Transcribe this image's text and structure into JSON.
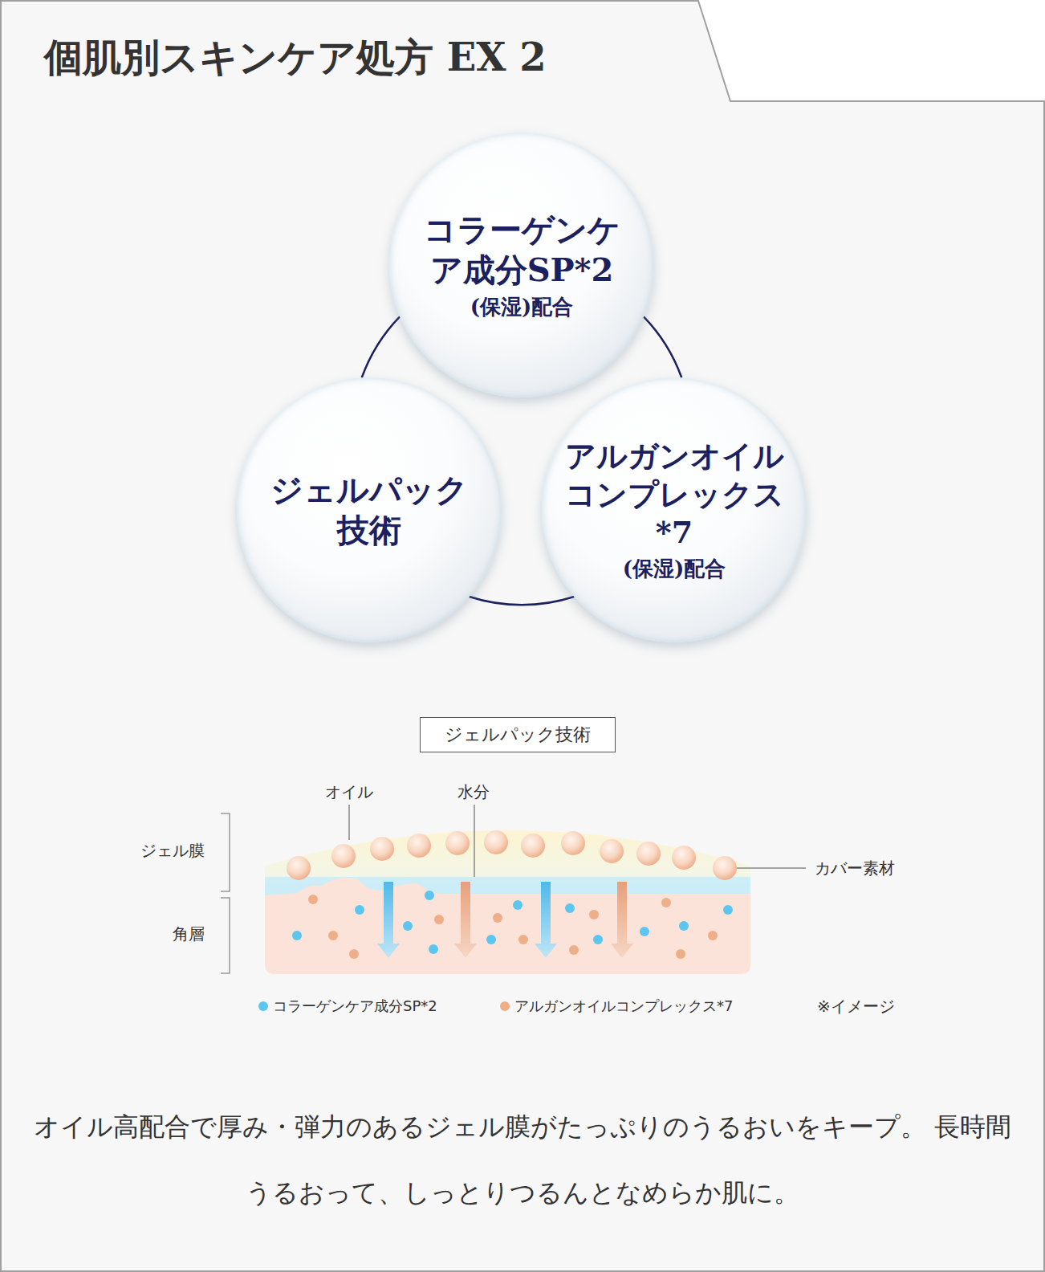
{
  "diagram": {
    "title": "個肌別スキンケア処方 EX 2",
    "caption": "オイル高配合で厚み・弾力のあるジェル膜がたっぷりのうるおいをキープ。 長時間うるおって、しっとりつるんとなめらか肌に。",
    "nodes": [
      {
        "text": [
          "コラーゲンケア成分SP*2",
          "(保湿)配合"
        ]
      },
      {
        "text": [
          "ジェルパック技術"
        ]
      },
      {
        "text": [
          "アルガンオイルコンプレックス*7",
          "(保湿)配合"
        ]
      },
      {
        "text": [
          "ジェルパック技術"
        ]
      }
    ],
    "edges": [
      {
        "from": 0,
        "to": 1,
        "arrow": "none"
      },
      {
        "from": 0,
        "to": 2,
        "arrow": "none"
      },
      {
        "from": 1,
        "to": 2,
        "arrow": "none"
      }
    ],
    "labels": [
      "オイル",
      "水分",
      "ジェル膜",
      "角層",
      "カバー素材",
      "※イメージ"
    ],
    "legend": [
      {
        "text": "コラーゲンケア成分SP*2",
        "color": "#5cc6ee"
      },
      {
        "text": "アルガンオイルコンプレックス*7",
        "color": "#eeae88"
      }
    ]
  }
}
